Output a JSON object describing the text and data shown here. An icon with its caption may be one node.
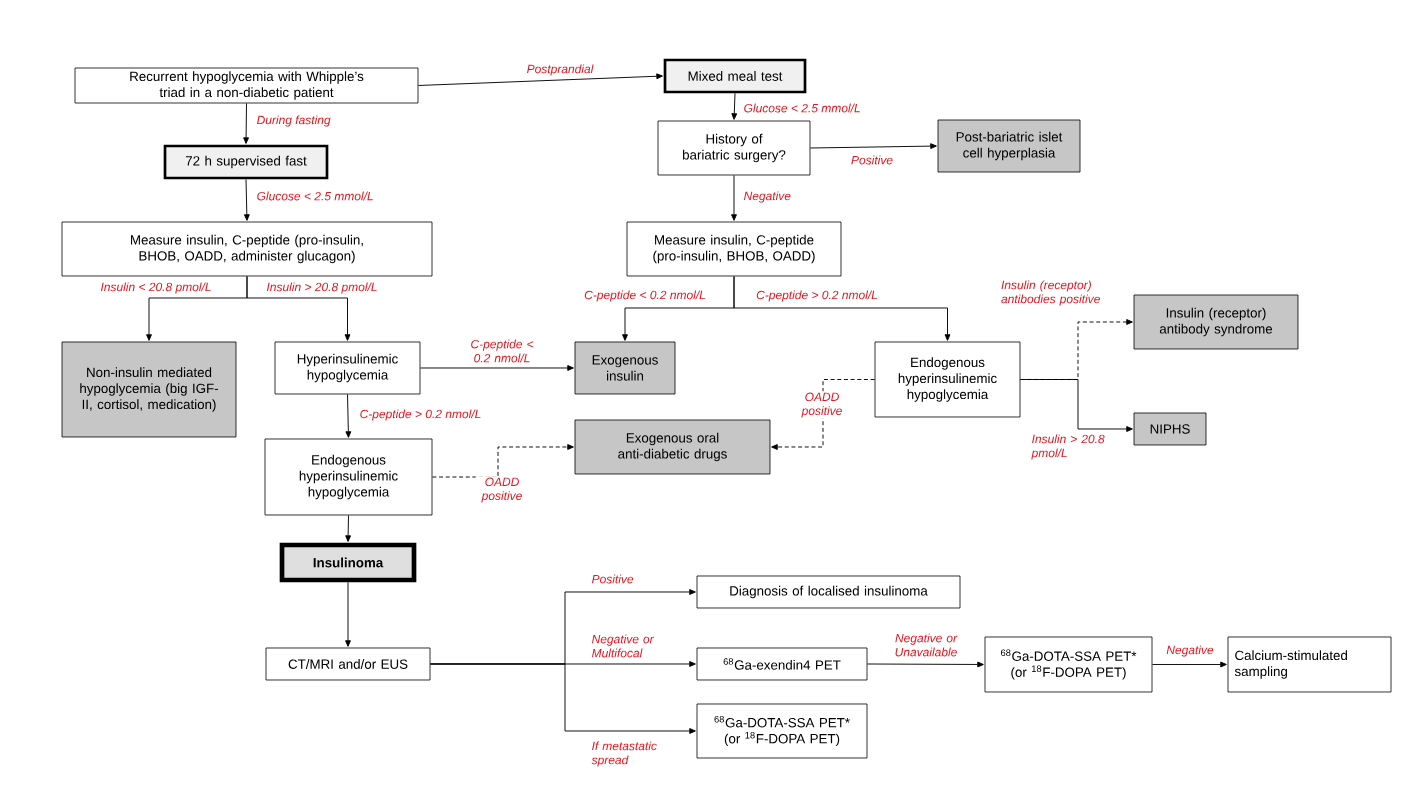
{
  "diagram": {
    "nodes": [
      {
        "text": [
          "Recurrent hypoglycemia with Whipple’s triad in a non-diabetic patient"
        ]
      },
      {
        "text": [
          "Mixed meal test"
        ]
      },
      {
        "text": [
          "72 h supervised fast"
        ]
      },
      {
        "text": [
          "History of bariatric surgery?"
        ]
      },
      {
        "text": [
          "Post-bariatric islet cell hyperplasia"
        ]
      },
      {
        "text": [
          "Measure insulin, C-peptide (pro-insulin, BHOB, OADD, administer glucagon)"
        ]
      },
      {
        "text": [
          "Measure insulin, C-peptide (pro-insulin, BHOB, OADD)"
        ]
      },
      {
        "text": [
          "Non-insulin mediated hypoglycemia (big IGF-II, cortisol, medication)"
        ]
      },
      {
        "text": [
          "Hyperinsulinemic hypoglycemia"
        ]
      },
      {
        "text": [
          "Exogenous insulin"
        ]
      },
      {
        "text": [
          "Endogenous hyperinsulinemic hypoglycemia"
        ]
      },
      {
        "text": [
          "Insulin (receptor) antibody syndrome"
        ]
      },
      {
        "text": [
          "NIPHS"
        ]
      },
      {
        "text": [
          "Exogenous oral anti-diabetic drugs"
        ]
      },
      {
        "text": [
          "Endogenous hyperinsulinemic hypoglycemia"
        ]
      },
      {
        "text": [
          "Insulinoma"
        ]
      },
      {
        "text": [
          "CT/MRI and/or EUS"
        ]
      },
      {
        "text": [
          "Diagnosis of localised insulinoma"
        ]
      },
      {
        "text": [
          "$^{68}$Ga-exendin4 PET"
        ]
      },
      {
        "text": [
          "$^{68}$Ga-DOTA-SSA PET* (or $^{18}$F-DOPA PET)"
        ]
      },
      {
        "text": [
          "Calcium-stimulated sampling"
        ]
      },
      {
        "text": [
          "$^{68}$Ga-DOTA-SSA PET* (or $^{18}$F-DOPA PET)"
        ]
      }
    ],
    "edges": [
      {
        "from": 0,
        "to": 1,
        "arrow": "to",
        "label": "Postprandial"
      },
      {
        "from": 0,
        "to": 2,
        "arrow": "to",
        "label": "During fasting"
      },
      {
        "from": 1,
        "to": 3,
        "arrow": "to",
        "label": "Glucose < 2.5 mmol/L"
      },
      {
        "from": 3,
        "to": 4,
        "arrow": "to",
        "label": "Positive"
      },
      {
        "from": 3,
        "to": 6,
        "arrow": "to",
        "label": "Negative"
      },
      {
        "from": 2,
        "to": 5,
        "arrow": "to",
        "label": "Glucose < 2.5 mmol/L"
      },
      {
        "from": 5,
        "to": 7,
        "arrow": "to",
        "label": "Insulin < 20.8 pmol/L"
      },
      {
        "from": 5,
        "to": 8,
        "arrow": "to",
        "label": "Insulin > 20.8 pmol/L"
      },
      {
        "from": 6,
        "to": 9,
        "arrow": "to",
        "label": "C-peptide < 0.2 nmol/L"
      },
      {
        "from": 6,
        "to": 10,
        "arrow": "to",
        "label": "C-peptide > 0.2 nmol/L"
      },
      {
        "from": 8,
        "to": 9,
        "arrow": "to",
        "label": "C-peptide < 0.2 nmol/L"
      },
      {
        "from": 8,
        "to": 14,
        "arrow": "to",
        "label": "C-peptide > 0.2 nmol/L"
      },
      {
        "from": 14,
        "to": 13,
        "arrow": "to",
        "label": "OADD positive",
        "style": "dashed"
      },
      {
        "from": 10,
        "to": 13,
        "arrow": "to",
        "label": "OADD positive",
        "style": "dashed"
      },
      {
        "from": 10,
        "to": 12,
        "arrow": "to",
        "label": "Insulin > 20.8 pmol/L"
      },
      {
        "from": 10,
        "to": 11,
        "arrow": "to",
        "label": "Insulin (receptor) antibodies positive",
        "style": "dashed"
      },
      {
        "from": 14,
        "to": 15,
        "arrow": "to"
      },
      {
        "from": 15,
        "to": 16,
        "arrow": "to"
      },
      {
        "from": 16,
        "to": 17,
        "arrow": "to",
        "label": "Positive"
      },
      {
        "from": 16,
        "to": 18,
        "arrow": "to",
        "label": "Negative or Multifocal"
      },
      {
        "from": 16,
        "to": 21,
        "arrow": "to",
        "label": "If metastatic spread"
      },
      {
        "from": 18,
        "to": 19,
        "arrow": "to",
        "label": "Negative or Unavailable"
      },
      {
        "from": 19,
        "to": 20,
        "arrow": "to",
        "label": "Negative"
      }
    ]
  }
}
